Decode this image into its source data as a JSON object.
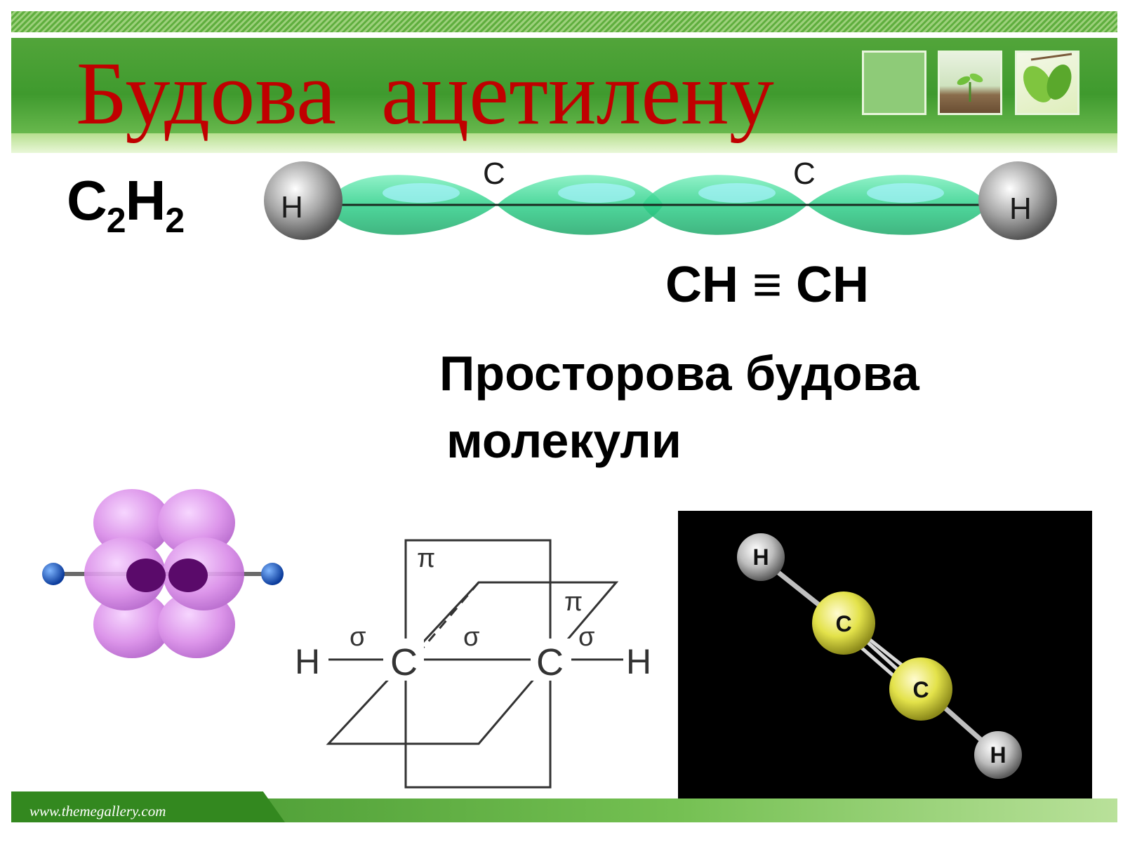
{
  "slide": {
    "title": "Будова  ацетилену",
    "formula": {
      "base1": "C",
      "sub1": "2",
      "base2": "H",
      "sub2": "2"
    },
    "structural_formula": "CH ≡ CH",
    "subtitle_line1": "Просторова будова",
    "subtitle_line2": "молекули"
  },
  "orbital_diagram": {
    "h_left": "H",
    "c_left": "C",
    "c_right": "C",
    "h_right": "H"
  },
  "bond_diagram": {
    "h_left": "H",
    "sigma1": "σ",
    "c1": "C",
    "sigma2": "σ",
    "c2": "C",
    "sigma3": "σ",
    "h_right": "H",
    "pi1": "π",
    "pi2": "π"
  },
  "ball_model": {
    "h_top": "H",
    "c_upper": "C",
    "c_lower": "C",
    "h_bottom": "H"
  },
  "footer": {
    "url": "www.themegallery.com"
  },
  "colors": {
    "title": "#c00000",
    "header_green": "#3f9a2e",
    "orbital_green": "#2fd08a",
    "pi_cloud": "#d98ae8",
    "carbon_ball": "#e3e24a"
  }
}
